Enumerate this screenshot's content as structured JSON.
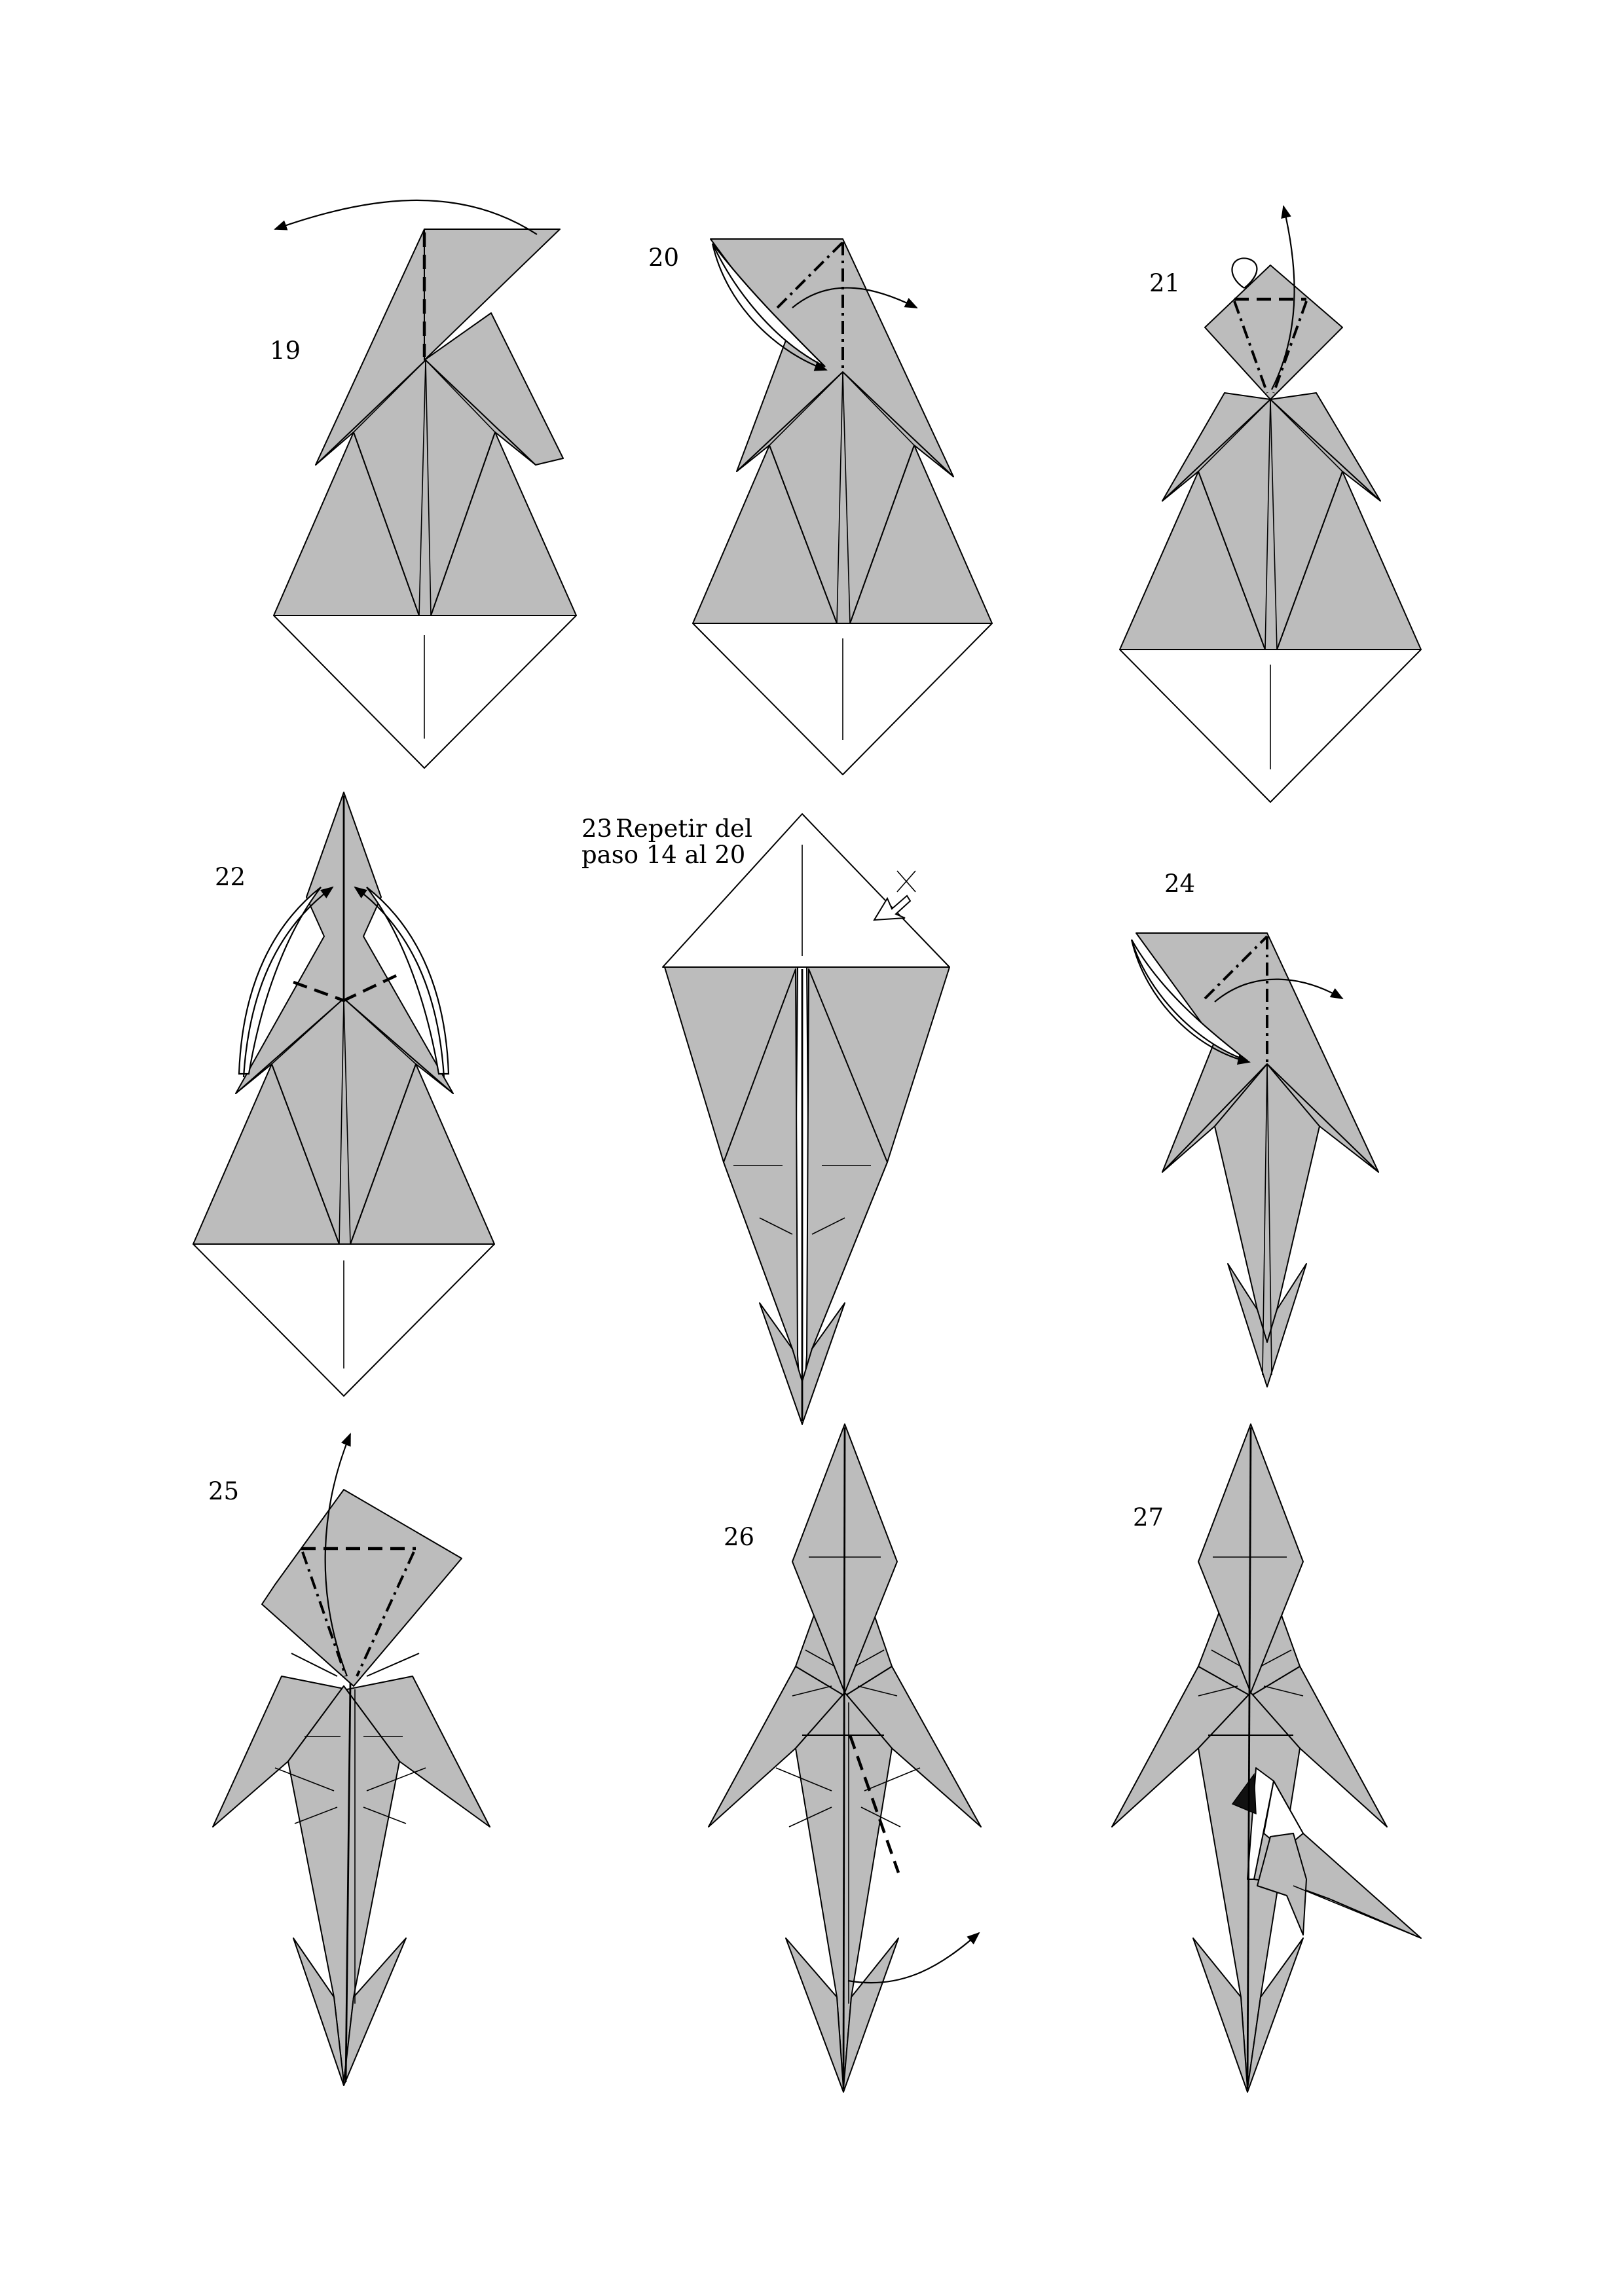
{
  "steps": [
    {
      "number": "19",
      "caption": ""
    },
    {
      "number": "20",
      "caption": ""
    },
    {
      "number": "21",
      "caption": ""
    },
    {
      "number": "22",
      "caption": ""
    },
    {
      "number": "23",
      "caption": "Repetir del",
      "caption_line2": "paso 14 al 20"
    },
    {
      "number": "24",
      "caption": ""
    },
    {
      "number": "25",
      "caption": ""
    },
    {
      "number": "26",
      "caption": ""
    },
    {
      "number": "27",
      "caption": ""
    }
  ],
  "colors": {
    "paper_colored": "#bcbcbc",
    "paper_white": "#ffffff",
    "line": "#000000"
  },
  "legend_symbols": [
    "valley-fold-line",
    "mountain-fold-line",
    "fold-arrow",
    "push-arrow"
  ]
}
